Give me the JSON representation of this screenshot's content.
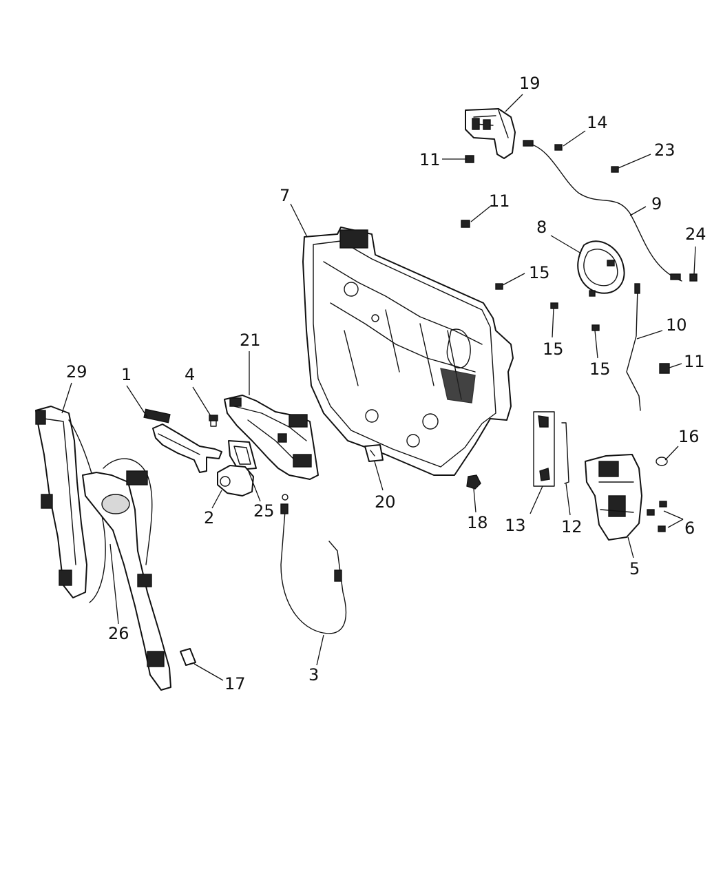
{
  "callouts": {
    "c1": "1",
    "c2": "2",
    "c3": "3",
    "c4": "4",
    "c5": "5",
    "c6": "6",
    "c7": "7",
    "c8": "8",
    "c9": "9",
    "c10": "10",
    "c11a": "11",
    "c11b": "11",
    "c11c": "11",
    "c12": "12",
    "c13": "13",
    "c14": "14",
    "c15a": "15",
    "c15b": "15",
    "c15c": "15",
    "c16": "16",
    "c17": "17",
    "c18": "18",
    "c19": "19",
    "c20": "20",
    "c21": "21",
    "c23": "23",
    "c24": "24",
    "c25": "25",
    "c26": "26",
    "c29": "29"
  }
}
